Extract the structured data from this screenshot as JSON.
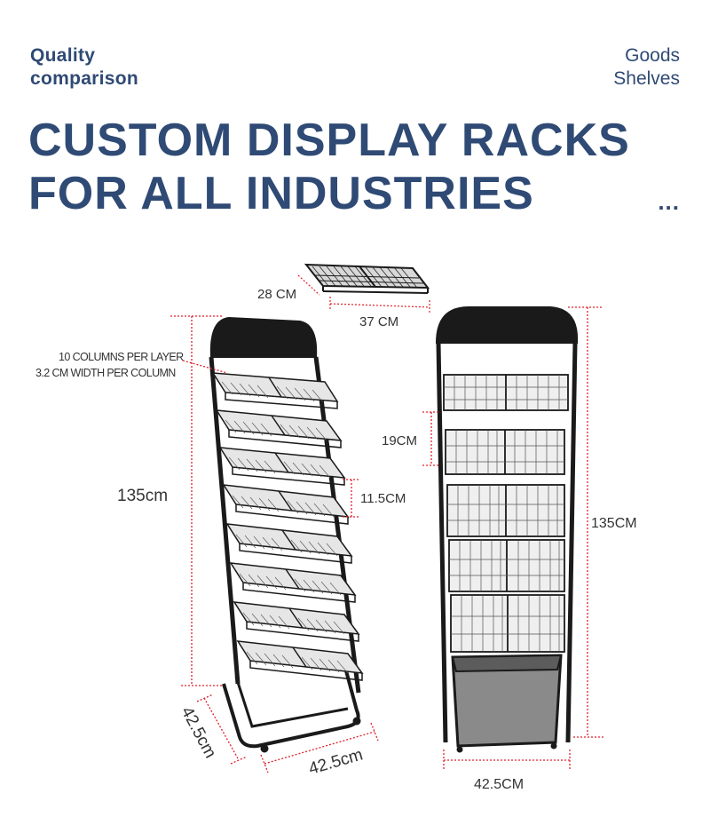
{
  "header": {
    "left_tag": [
      "Quality",
      "comparison"
    ],
    "right_tag": [
      "Goods",
      "Shelves"
    ],
    "headline": [
      "CUSTOM DISPLAY RACKS",
      "FOR ALL INDUSTRIES"
    ],
    "ellipsis": "..."
  },
  "product": {
    "basket_depth": "28 CM",
    "basket_width": "37 CM",
    "columns_note": "10 COLUMNS PER LAYER",
    "column_width_note": "3.2 CM WIDTH PER COLUMN",
    "left_height": "135cm",
    "layer_gap_left": "11.5CM",
    "base_depth": "42.5cm",
    "base_width": "42.5cm",
    "layer_gap_right": "19CM",
    "right_height": "135CM",
    "right_width": "42.5CM",
    "accent_color": "#e0202a",
    "metal_color": "#1a1a1a"
  }
}
